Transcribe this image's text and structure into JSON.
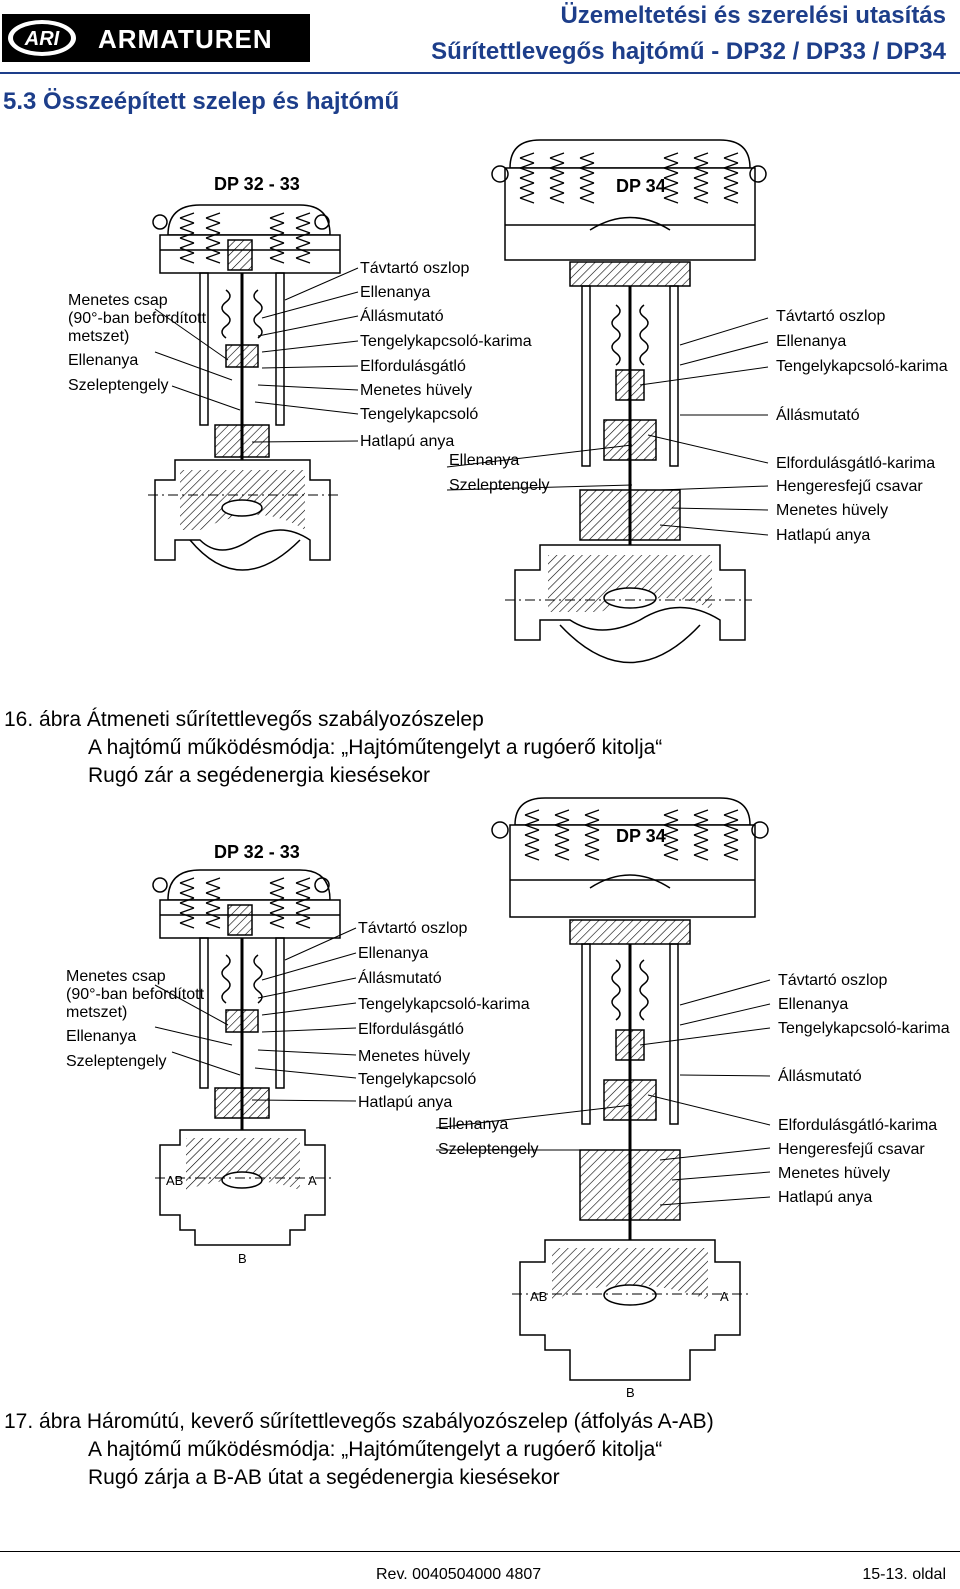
{
  "header": {
    "logo_text": "ARI ARMATUREN",
    "title_line1": "Üzemeltetési és szerelési utasítás",
    "title_line2": "Sűrítettlevegős hajtómű - DP32 / DP33 / DP34",
    "color": "#1d3e8a"
  },
  "section_title": "5.3 Összeépített szelep és hajtómű",
  "figure16": {
    "left_model": "DP 32 - 33",
    "right_model": "DP 34",
    "left_side_labels": [
      "Menetes csap",
      "(90°-ban befordított",
      "metszet)",
      "Ellenanya",
      "Szeleptengely"
    ],
    "middle_labels": [
      "Távtartó oszlop",
      "Ellenanya",
      "Állásmutató",
      "Tengelykapcsoló-karima",
      "Elfordulásgátló",
      "Menetes hüvely",
      "Tengelykapcsoló",
      "Hatlapú anya"
    ],
    "middle_labels_lower": [
      "Ellenanya",
      "Szeleptengely"
    ],
    "right_labels": [
      "Távtartó oszlop",
      "Ellenanya",
      "Tengelykapcsoló-karima",
      "Állásmutató",
      "Elfordulásgátló-karima",
      "Hengeresfejű csavar",
      "Menetes hüvely",
      "Hatlapú anya"
    ],
    "caption_line1": "16. ábra Átmeneti sűrítettlevegős szabályozószelep",
    "caption_line2": "A hajtómű működésmódja: „Hajtóműtengelyt a rugóerő kitolja“",
    "caption_line3": "Rugó zár a segédenergia kiesésekor"
  },
  "figure17": {
    "left_model": "DP 32 - 33",
    "right_model": "DP 34",
    "left_side_labels": [
      "Menetes csap",
      "(90°-ban befordított",
      "metszet)",
      "Ellenanya",
      "Szeleptengely"
    ],
    "middle_labels": [
      "Távtartó oszlop",
      "Ellenanya",
      "Állásmutató",
      "Tengelykapcsoló-karima",
      "Elfordulásgátló",
      "Menetes hüvely",
      "Tengelykapcsoló",
      "Hatlapú anya"
    ],
    "middle_labels_lower": [
      "Ellenanya",
      "Szeleptengely"
    ],
    "right_labels": [
      "Távtartó oszlop",
      "Ellenanya",
      "Tengelykapcsoló-karima",
      "Állásmutató",
      "Elfordulásgátló-karima",
      "Hengeresfejű csavar",
      "Menetes hüvely",
      "Hatlapú anya"
    ],
    "port_labels": [
      "AB",
      "A",
      "B"
    ],
    "caption_line1": "17. ábra Háromútú, keverő sűrítettlevegős szabályozószelep (átfolyás A-AB)",
    "caption_line2": "A hajtómű működésmódja: „Hajtóműtengelyt a rugóerő kitolja“",
    "caption_line3": "Rugó zárja a B-AB útat a segédenergia kiesésekor"
  },
  "footer": {
    "revision": "Rev. 0040504000 4807",
    "page": "15-13. oldal"
  }
}
